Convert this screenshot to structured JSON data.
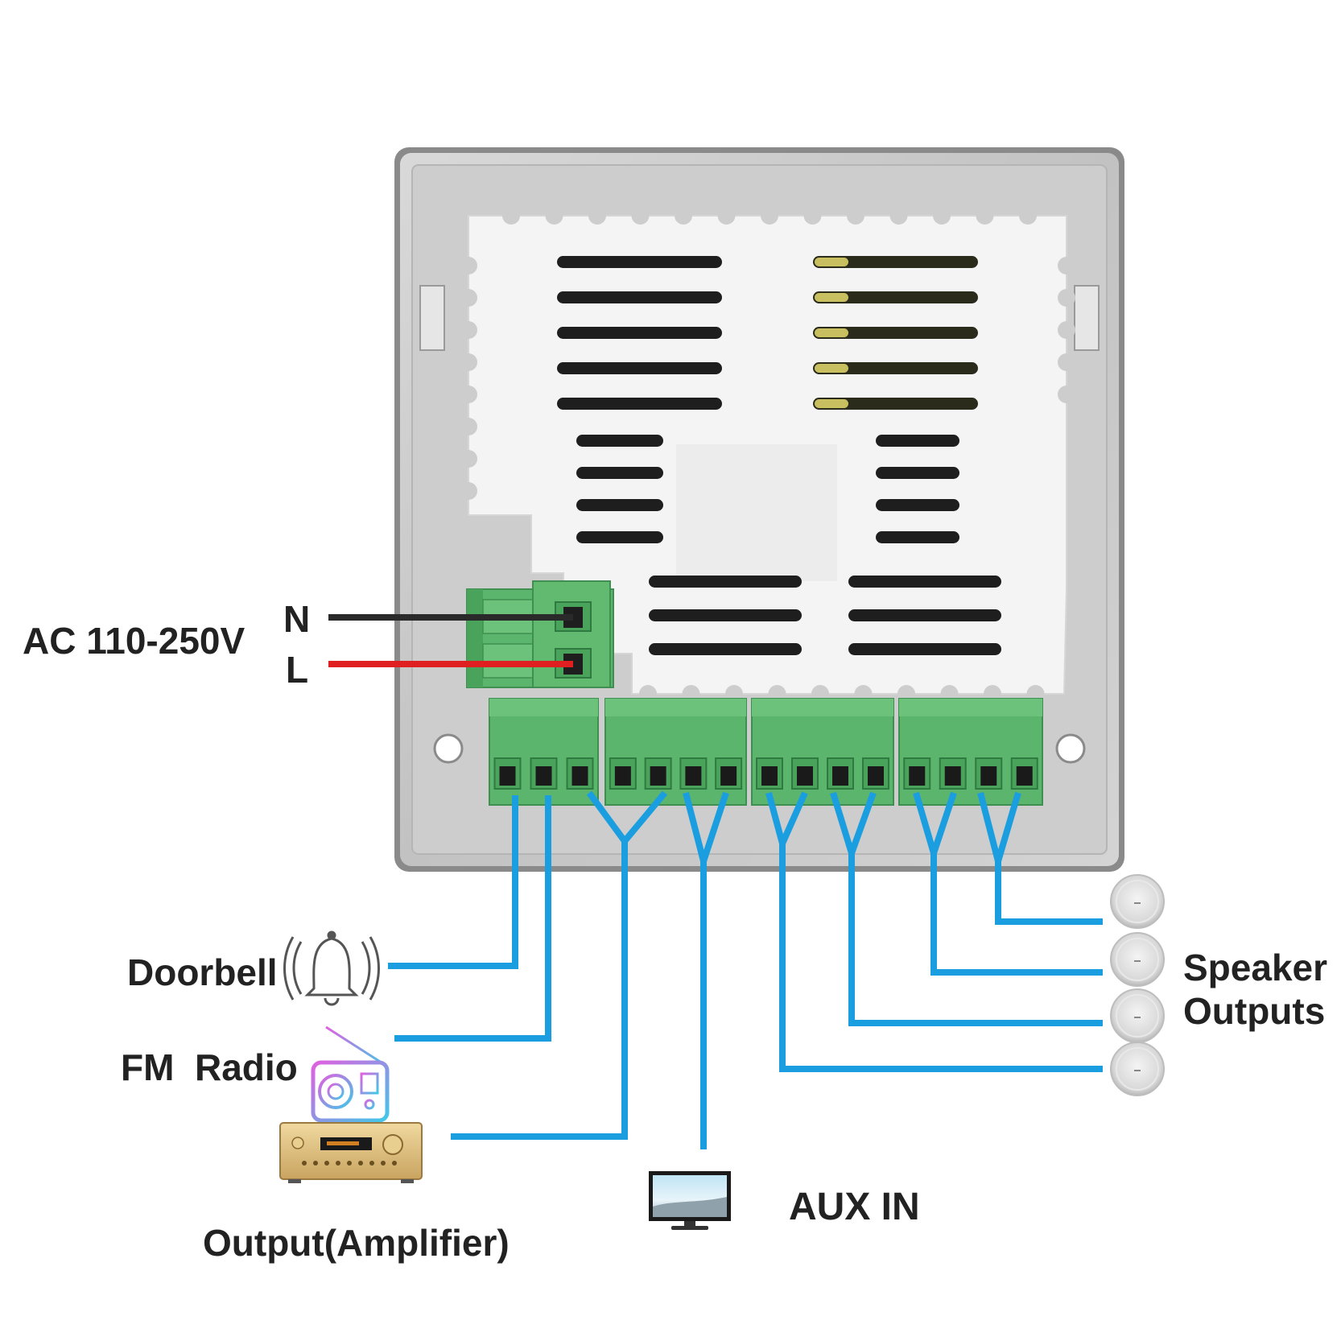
{
  "power": {
    "voltage_label": "AC 110-250V",
    "neutral_label": "N",
    "live_label": "L"
  },
  "inputs": {
    "doorbell": "Doorbell",
    "fm_radio": "FM  Radio",
    "amplifier": "Output(Amplifier)",
    "aux_in": "AUX IN"
  },
  "outputs": {
    "speaker_line1": "Speaker",
    "speaker_line2": "Outputs"
  },
  "colors": {
    "wire_blue": "#1a9ee0",
    "wire_live": "#e02020",
    "wire_neutral": "#2a2a2a",
    "terminal_green": "#5cb56c",
    "plate_silver": "#c8c8c8",
    "cover_white": "#f4f4f4"
  },
  "icons": {
    "doorbell": "bell-icon",
    "radio": "radio-icon",
    "amplifier": "amplifier-icon",
    "aux": "tv-monitor-icon",
    "speaker": "ceiling-speaker-icon"
  }
}
